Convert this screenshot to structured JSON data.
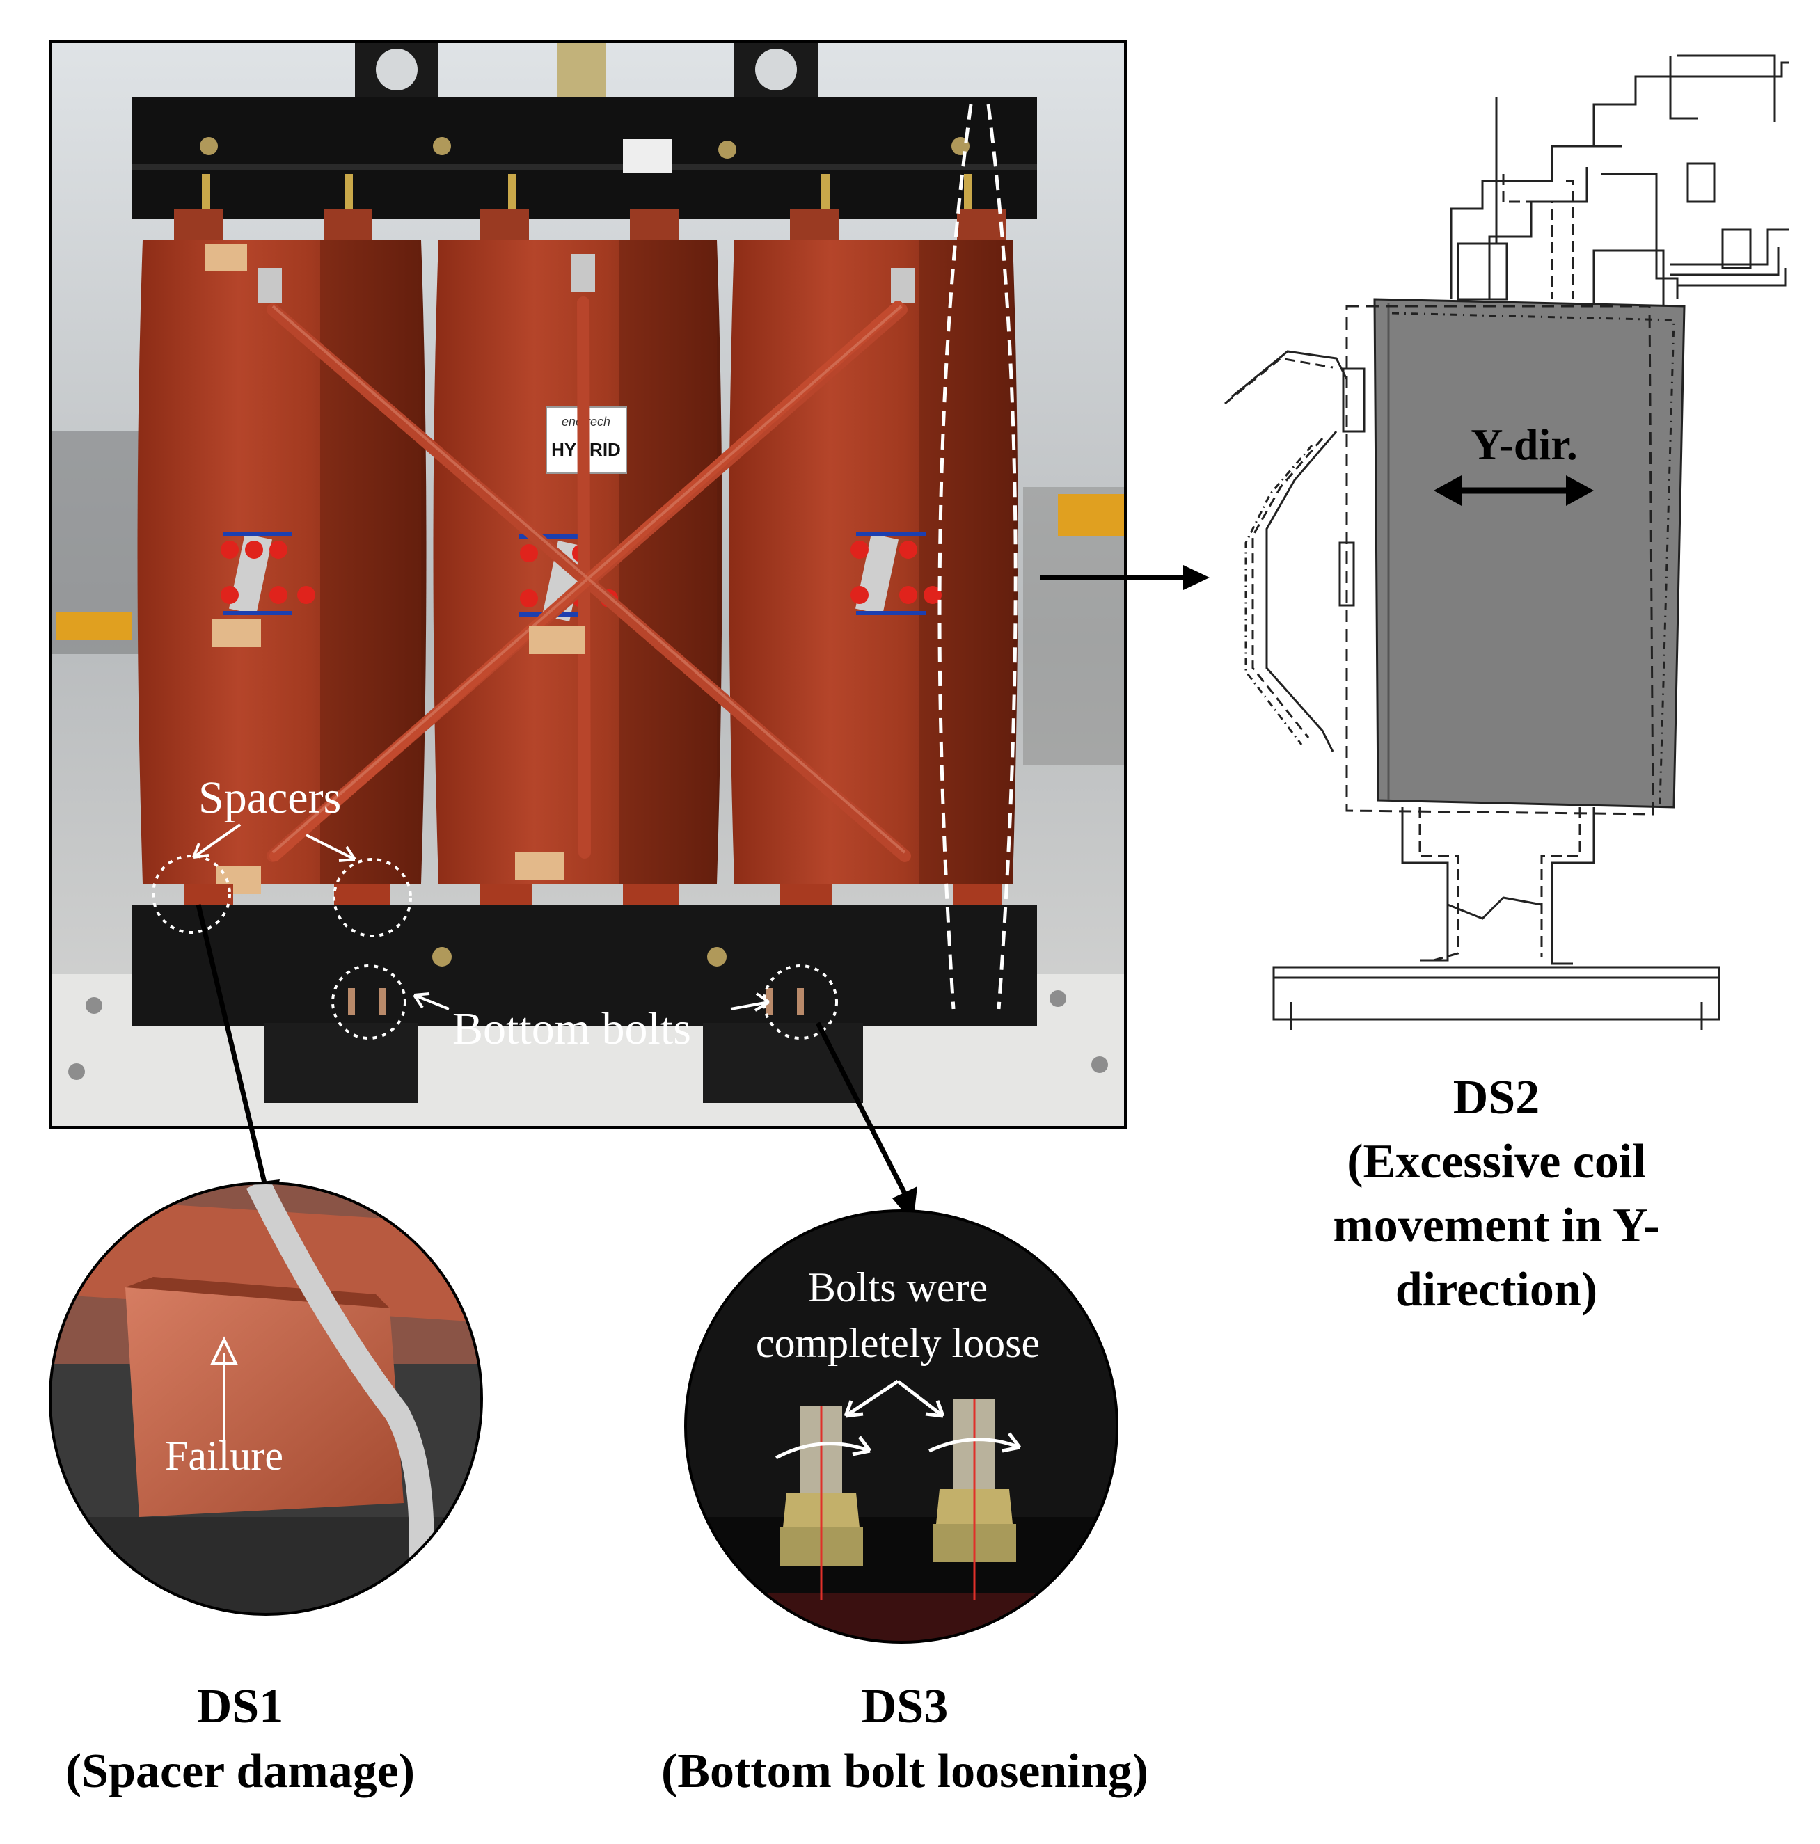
{
  "photo": {
    "nameplate_brand": "enertech",
    "nameplate_model": "HYBRID"
  },
  "labels": {
    "spacers": "Spacers",
    "bottom_bolts": "Bottom bolts",
    "failure": "Failure",
    "bolts_line1": "Bolts were",
    "bolts_line2": "completely loose",
    "y_dir": "Y-dir."
  },
  "captions": {
    "ds1_title": "DS1",
    "ds1_desc": "(Spacer damage)",
    "ds3_title": "DS3",
    "ds3_desc": "(Bottom bolt loosening)",
    "ds2_title": "DS2",
    "ds2_line1": "(Excessive coil",
    "ds2_line2": "movement in Y-",
    "ds2_line3": "direction)"
  },
  "colors": {
    "coil": "#a83a20",
    "coil_dark": "#6e2412",
    "frame": "#141414",
    "drawing_fill": "#7f7f7f",
    "spacer": "#c46a50"
  }
}
